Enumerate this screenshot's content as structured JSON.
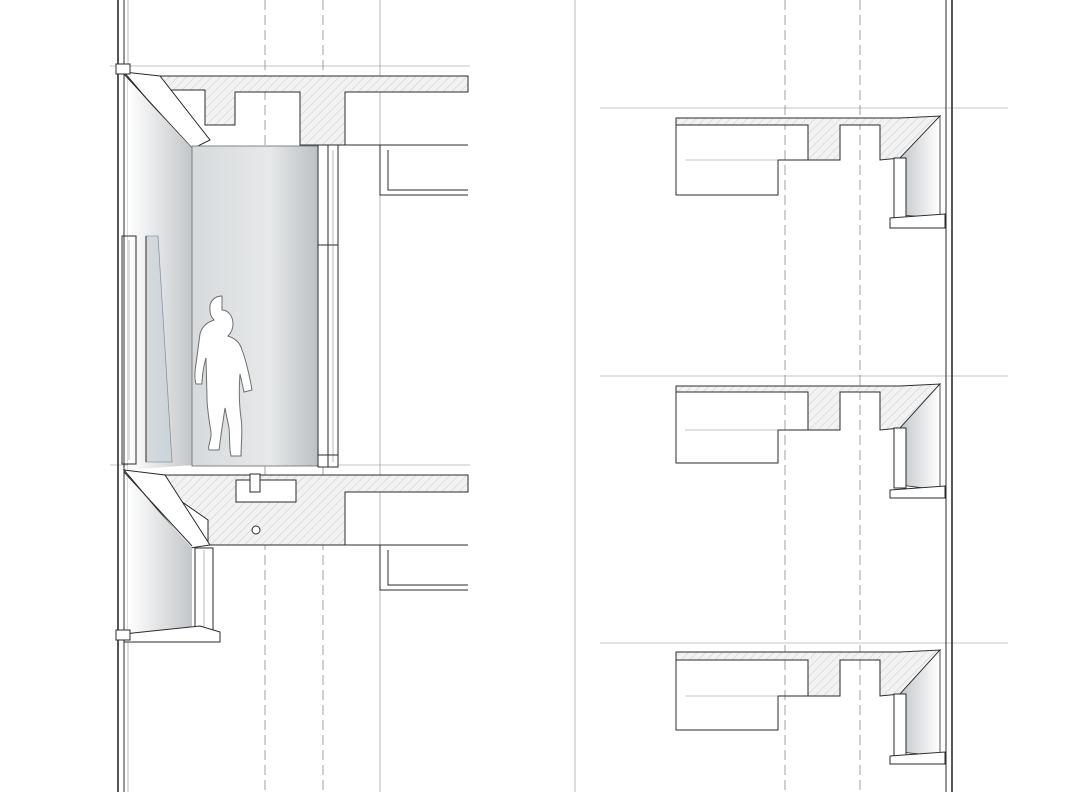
{
  "drawing": {
    "kind": "architectural-facade-section",
    "views": [
      "enlarged-section-detail",
      "typical-facade-section"
    ],
    "colors": {
      "line": "#2b2b2b",
      "secondary_line": "#8a8a8a",
      "glass_tint": "#c9d2d8",
      "shading": "#bfc3c6",
      "background": "#ffffff"
    },
    "symbols": [
      "human-figure-scale",
      "concrete-hatch",
      "aluminium-fin",
      "glazing-panel"
    ]
  }
}
